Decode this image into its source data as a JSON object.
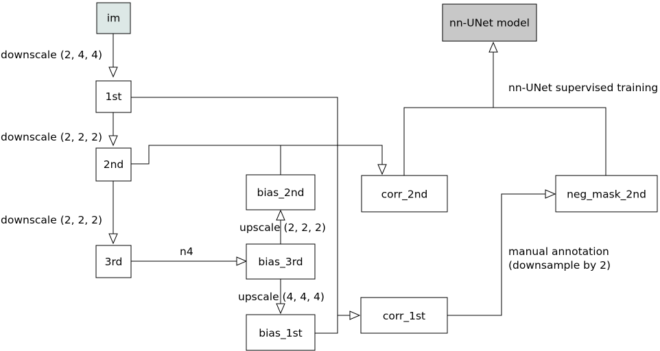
{
  "nodes": {
    "im": "im",
    "first": "1st",
    "second": "2nd",
    "third": "3rd",
    "bias_2nd": "bias_2nd",
    "bias_3rd": "bias_3rd",
    "bias_1st": "bias_1st",
    "corr_2nd": "corr_2nd",
    "corr_1st": "corr_1st",
    "neg_mask_2nd": "neg_mask_2nd",
    "nnunet_model": "nn-UNet model"
  },
  "labels": {
    "downscale_1": "downscale (2, 4, 4)",
    "downscale_2": "downscale (2, 2, 2)",
    "downscale_3": "downscale (2, 2, 2)",
    "n4": "n4",
    "upscale_1": "upscale (2, 2, 2)",
    "upscale_2": "upscale (4, 4, 4)",
    "nnunet_training": "nn-UNet supervised training",
    "manual_annotation_line1": "manual annotation",
    "manual_annotation_line2": "(downsample by 2)"
  },
  "colors": {
    "im_fill": "#dde8e6",
    "model_fill": "#c8c8c8",
    "node_fill": "#ffffff",
    "stroke": "#000000"
  }
}
